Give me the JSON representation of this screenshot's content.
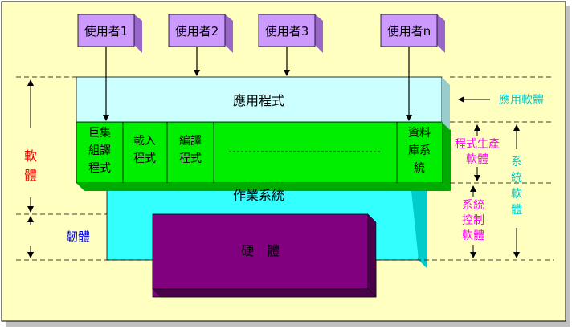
{
  "users": [
    "使用者1",
    "使用者2",
    "使用者3",
    "使用者n"
  ],
  "layers": {
    "applications": "應用程式",
    "system_programs": {
      "macro": [
        "巨集",
        "組譯",
        "程式"
      ],
      "loader": [
        "載入",
        "程式"
      ],
      "compiler": [
        "編譯",
        "程式"
      ],
      "database": [
        "資料",
        "庫系",
        "統"
      ]
    },
    "operating_system": "作業系統",
    "hardware": "硬　體"
  },
  "labels": {
    "software": [
      "軟",
      "體"
    ],
    "firmware": "韌體",
    "application_software": "應用軟體",
    "program_production_software": [
      "程式生產",
      "軟體"
    ],
    "system_control_software": [
      "系統",
      "控制",
      "軟體"
    ],
    "system_software": [
      "系",
      "統",
      "軟",
      "體"
    ]
  },
  "colors": {
    "background": "#ffffc0",
    "user_box": "#cc99ff",
    "application": "#ccffff",
    "system_programs": "#00ee00",
    "operating_system": "#33ffff",
    "hardware": "#800080",
    "software_label": "#ff0000",
    "firmware_label": "#0000cc",
    "application_software_label": "#00cccc",
    "program_production_label": "#ff00ff",
    "system_control_label": "#ff00ff",
    "system_software_label": "#00cccc"
  }
}
